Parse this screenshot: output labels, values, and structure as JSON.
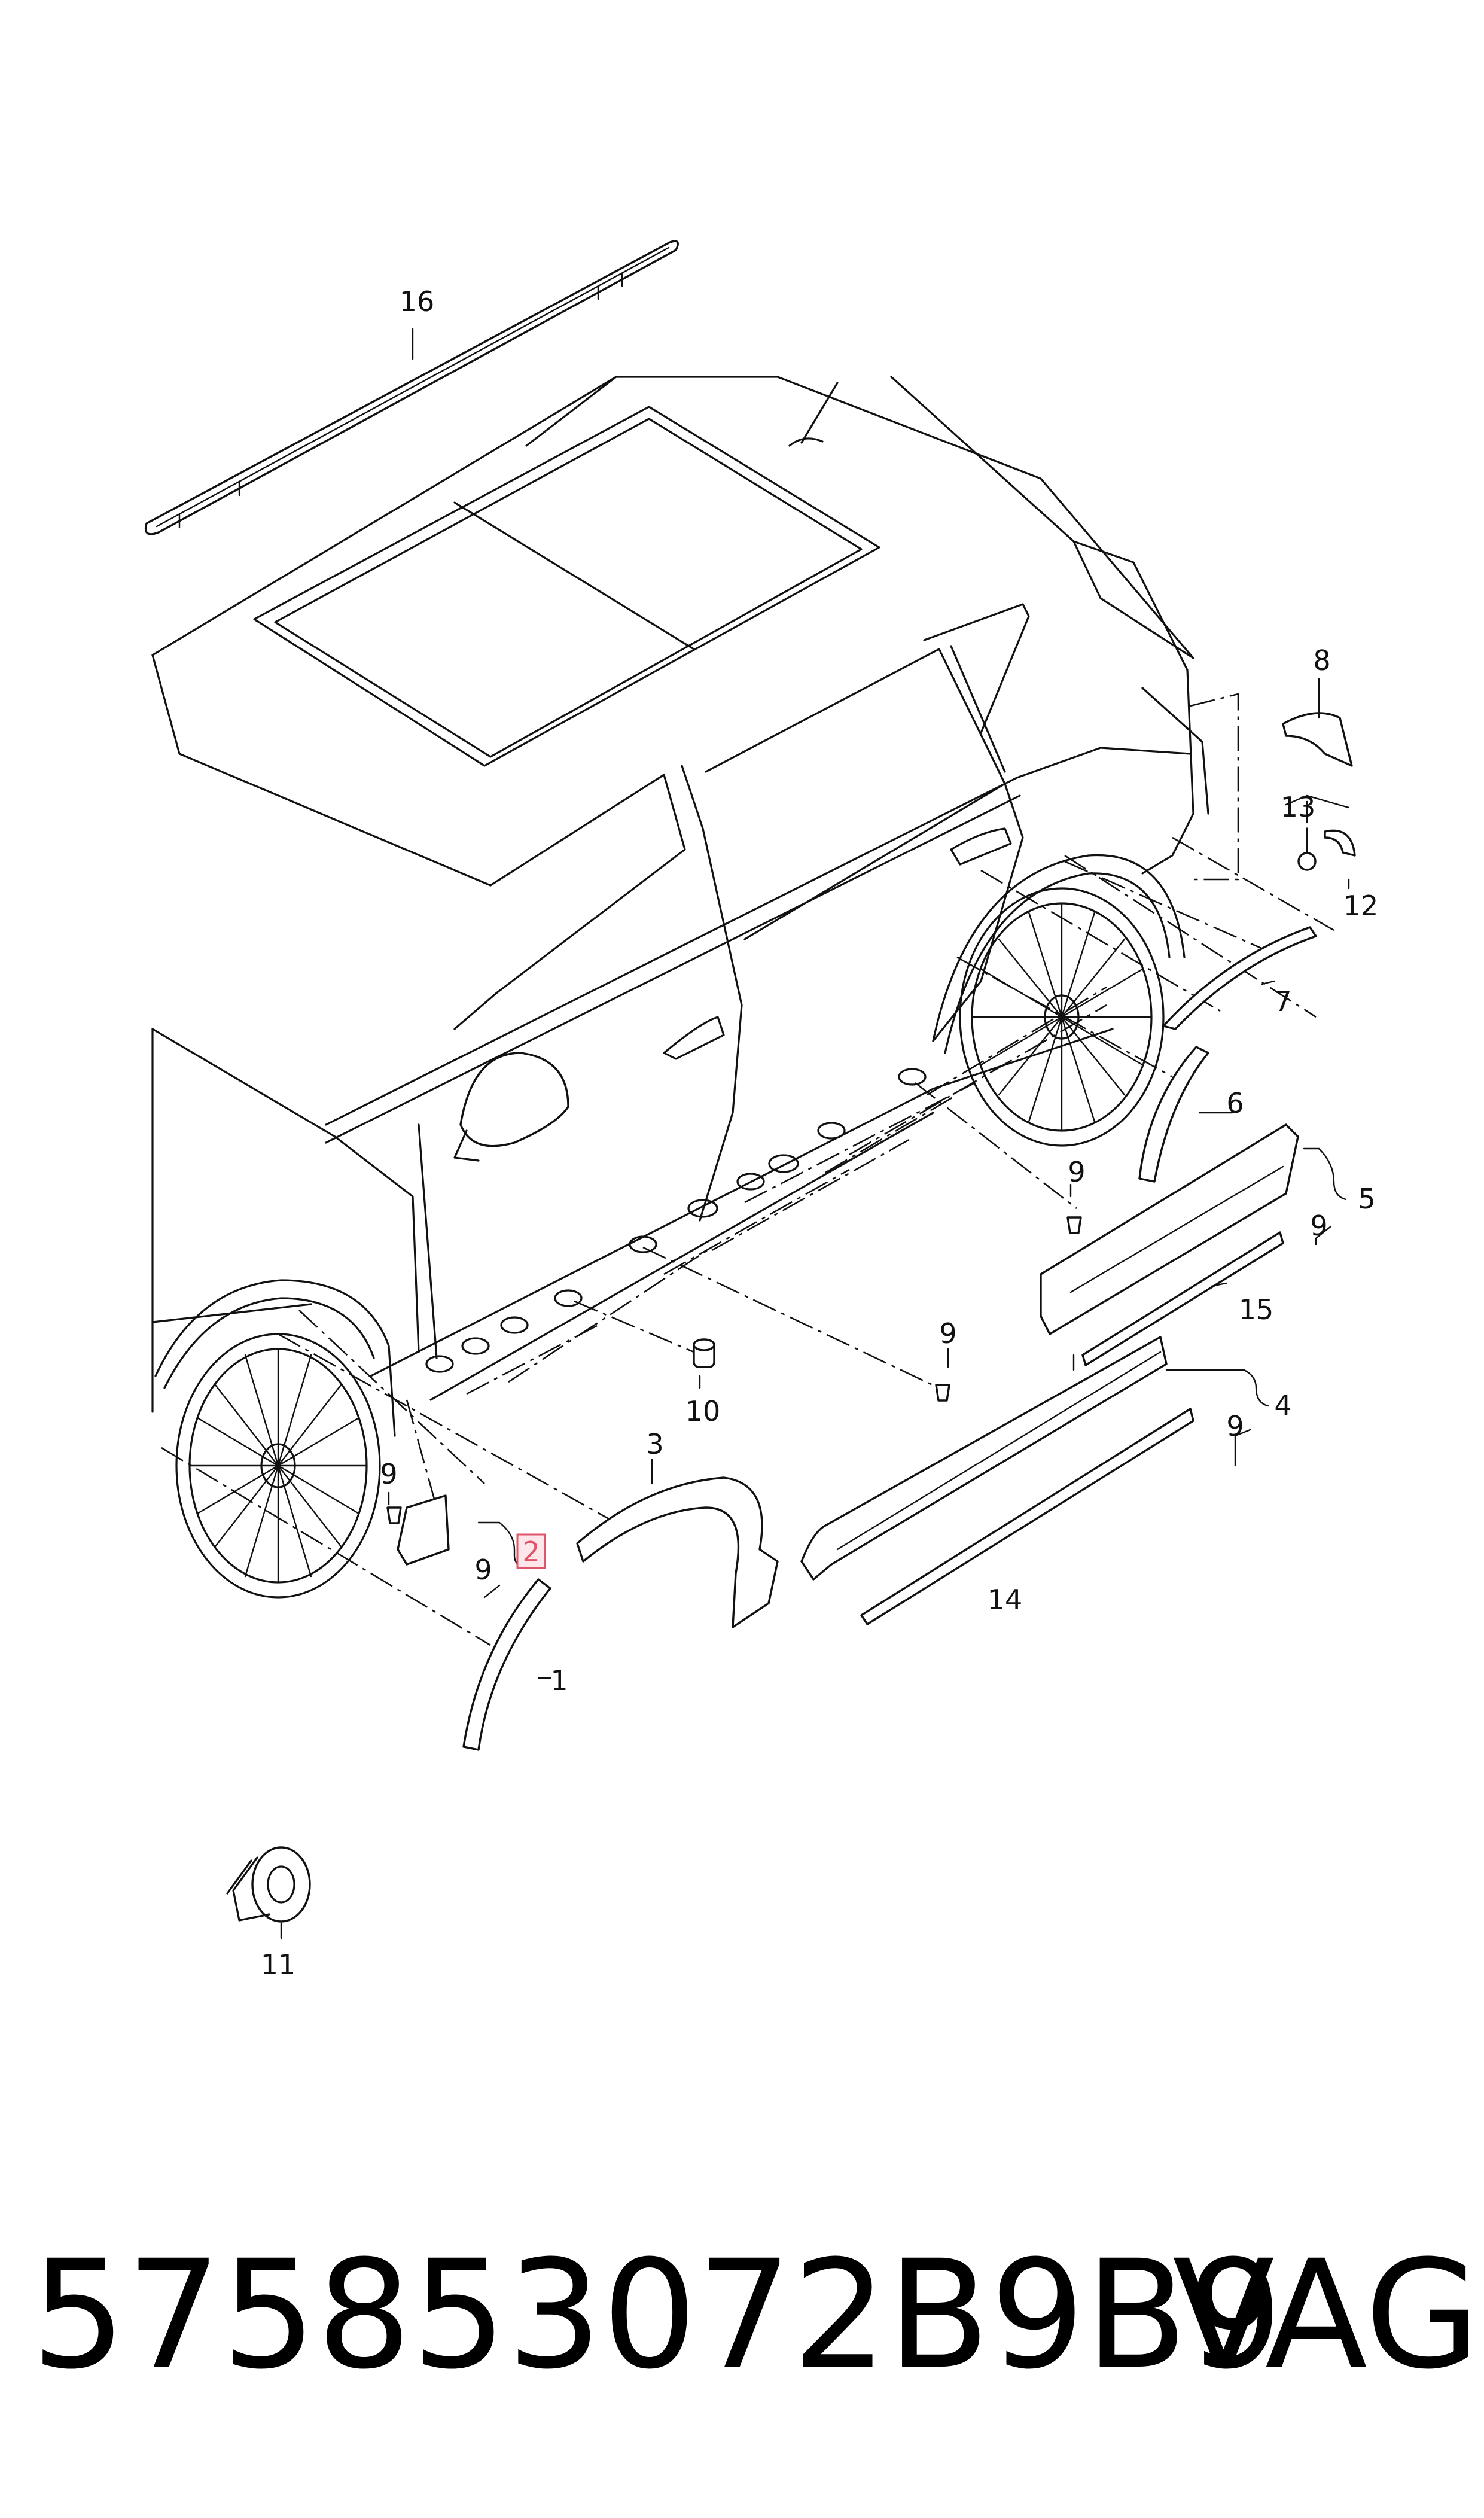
{
  "callouts": {
    "c1": "1",
    "c2": "2",
    "c3": "3",
    "c4": "4",
    "c5": "5",
    "c6": "6",
    "c7": "7",
    "c8": "8",
    "c9a": "9",
    "c9b": "9",
    "c9c": "9",
    "c9d": "9",
    "c9e": "9",
    "c9f": "9",
    "c10": "10",
    "c11": "11",
    "c12": "12",
    "c13": "13",
    "c14": "14",
    "c15": "15",
    "c16": "16"
  },
  "highlighted_callout": "2",
  "highlight_color": "#e0556a",
  "footer": {
    "part_number": "575853072B9B9",
    "brand": "VAG"
  }
}
